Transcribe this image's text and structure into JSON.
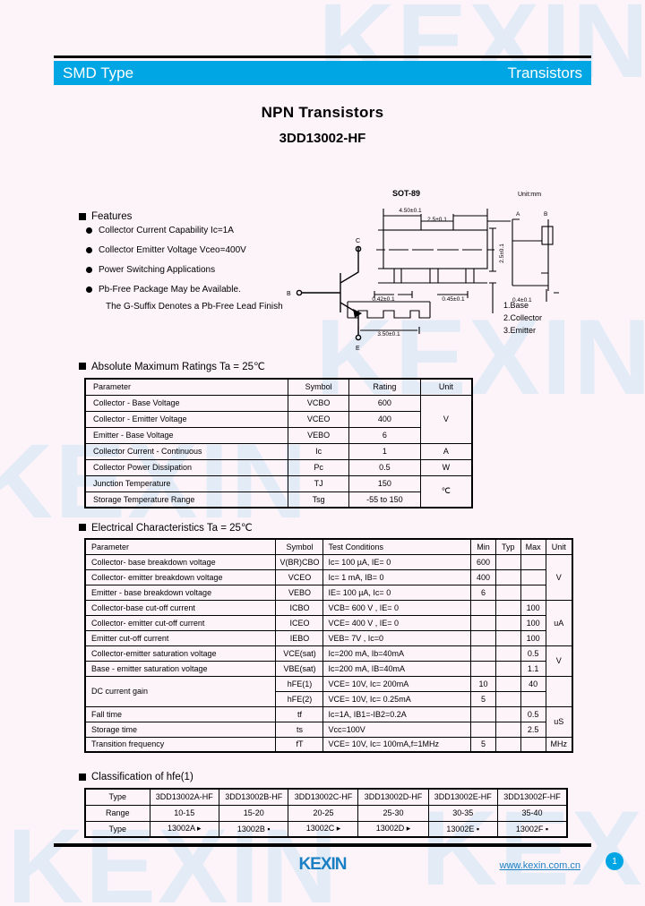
{
  "header": {
    "left_label": "SMD Type",
    "right_label": "Transistors",
    "band_color": "#00a5e3"
  },
  "title": {
    "main": "NPN  Transistors",
    "part": "3DD13002-HF"
  },
  "features": {
    "heading": "Features",
    "items": [
      "Collector Current Capability Ic=1A",
      "Collector Emitter Voltage Vceo=400V",
      "Power Switching Applications",
      "Pb-Free Package May be Available."
    ],
    "note": "The G-Suffix Denotes a Pb-Free Lead Finish"
  },
  "package": {
    "name": "SOT-89",
    "unit_note": "Unit:mm",
    "dims": {
      "top_outer": "4.50±0.1",
      "top_inner": "2.5±0.1",
      "body_height": "2.5±0.1",
      "lead_left": "0.42±0.1",
      "lead_mid": "0.45±0.1",
      "side_a": "A",
      "side_b": "B",
      "side_bottom": "0.4±0.1",
      "bottom_span": "3.50±0.1"
    },
    "symbol_labels": {
      "base": "B",
      "collector": "C",
      "emitter": "E"
    },
    "pins": [
      "1.Base",
      "2.Collector",
      "3.Emitter"
    ]
  },
  "abs_max": {
    "heading": "Absolute Maximum Ratings Ta = 25℃",
    "columns": [
      "Parameter",
      "Symbol",
      "Rating",
      "Unit"
    ],
    "rows": [
      {
        "parameter": "Collector - Base Voltage",
        "symbol": "VCBO",
        "rating": "600",
        "unit": "V",
        "unit_span": 3
      },
      {
        "parameter": "Collector - Emitter Voltage",
        "symbol": "VCEO",
        "rating": "400",
        "unit": "",
        "unit_span": 0
      },
      {
        "parameter": "Emitter - Base Voltage",
        "symbol": "VEBO",
        "rating": "6",
        "unit": "",
        "unit_span": 0
      },
      {
        "parameter": "Collector Current  - Continuous",
        "symbol": "Ic",
        "rating": "1",
        "unit": "A",
        "unit_span": 1
      },
      {
        "parameter": "Collector Power Dissipation",
        "symbol": "Pc",
        "rating": "0.5",
        "unit": "W",
        "unit_span": 1
      },
      {
        "parameter": "Junction Temperature",
        "symbol": "TJ",
        "rating": "150",
        "unit": "℃",
        "unit_span": 2
      },
      {
        "parameter": "Storage Temperature Range",
        "symbol": "Tsg",
        "rating": "-55 to 150",
        "unit": "",
        "unit_span": 0
      }
    ]
  },
  "electrical": {
    "heading": "Electrical Characteristics Ta = 25℃",
    "columns": [
      "Parameter",
      "Symbol",
      "Test Conditions",
      "Min",
      "Typ",
      "Max",
      "Unit"
    ],
    "rows": [
      {
        "parameter": "Collector- base breakdown voltage",
        "symbol": "V(BR)CBO",
        "conditions": "Ic= 100 µA,  IE= 0",
        "min": "600",
        "typ": "",
        "max": "",
        "unit": "V",
        "unit_span": 3
      },
      {
        "parameter": "Collector- emitter breakdown voltage",
        "symbol": "VCEO",
        "conditions": "Ic= 1 mA,  IB= 0",
        "min": "400",
        "typ": "",
        "max": "",
        "unit": "",
        "unit_span": 0
      },
      {
        "parameter": "Emitter - base breakdown voltage",
        "symbol": "VEBO",
        "conditions": "IE= 100 µA,  Ic= 0",
        "min": "6",
        "typ": "",
        "max": "",
        "unit": "",
        "unit_span": 0
      },
      {
        "parameter": "Collector-base cut-off current",
        "symbol": "ICBO",
        "conditions": "VCB= 600 V , IE= 0",
        "min": "",
        "typ": "",
        "max": "100",
        "unit": "uA",
        "unit_span": 3
      },
      {
        "parameter": "Collector- emitter cut-off current",
        "symbol": "ICEO",
        "conditions": "VCE= 400 V , IE= 0",
        "min": "",
        "typ": "",
        "max": "100",
        "unit": "",
        "unit_span": 0
      },
      {
        "parameter": "Emitter cut-off current",
        "symbol": "IEBO",
        "conditions": "VEB= 7V , Ic=0",
        "min": "",
        "typ": "",
        "max": "100",
        "unit": "",
        "unit_span": 0
      },
      {
        "parameter": "Collector-emitter saturation voltage",
        "symbol": "VCE(sat)",
        "conditions": "Ic=200 mA, Ib=40mA",
        "min": "",
        "typ": "",
        "max": "0.5",
        "unit": "V",
        "unit_span": 2
      },
      {
        "parameter": "Base - emitter saturation voltage",
        "symbol": "VBE(sat)",
        "conditions": "Ic=200 mA, IB=40mA",
        "min": "",
        "typ": "",
        "max": "1.1",
        "unit": "",
        "unit_span": 0
      },
      {
        "parameter": "DC current gain",
        "symbol": "hFE(1)",
        "conditions": "VCE= 10V, Ic= 200mA",
        "min": "10",
        "typ": "",
        "max": "40",
        "unit": "",
        "unit_span": 2,
        "param_span": 2
      },
      {
        "parameter": "",
        "symbol": "hFE(2)",
        "conditions": "VCE= 10V, Ic= 0.25mA",
        "min": "5",
        "typ": "",
        "max": "",
        "unit": "",
        "unit_span": 0,
        "param_span": 0
      },
      {
        "parameter": "Fall time",
        "symbol": "tf",
        "conditions": "Ic=1A, IB1=-IB2=0.2A",
        "min": "",
        "typ": "",
        "max": "0.5",
        "unit": "uS",
        "unit_span": 2
      },
      {
        "parameter": "Storage time",
        "symbol": "ts",
        "conditions": "Vcc=100V",
        "min": "",
        "typ": "",
        "max": "2.5",
        "unit": "",
        "unit_span": 0
      },
      {
        "parameter": "Transition frequency",
        "symbol": "fT",
        "conditions": "VCE= 10V, Ic= 100mA,f=1MHz",
        "min": "5",
        "typ": "",
        "max": "",
        "unit": "MHz",
        "unit_span": 1
      }
    ]
  },
  "classification": {
    "heading": "Classification of hfe(1)",
    "row_labels": [
      "Type",
      "Range",
      "Type"
    ],
    "types": [
      "3DD13002A-HF",
      "3DD13002B-HF",
      "3DD13002C-HF",
      "3DD13002D-HF",
      "3DD13002E-HF",
      "3DD13002F-HF"
    ],
    "ranges": [
      "10-15",
      "15-20",
      "20-25",
      "25-30",
      "30-35",
      "35-40"
    ],
    "marks": [
      "13002A ▸",
      "13002B ▪",
      "13002C ▸",
      "13002D ▸",
      "13002E ▪",
      "13002F ▪"
    ]
  },
  "footer": {
    "brand": "KEXIN",
    "website": "www.kexin.com.cn",
    "page": "1",
    "brand_color": "#1b7fc4"
  },
  "watermark": {
    "text": "KEXIN"
  }
}
